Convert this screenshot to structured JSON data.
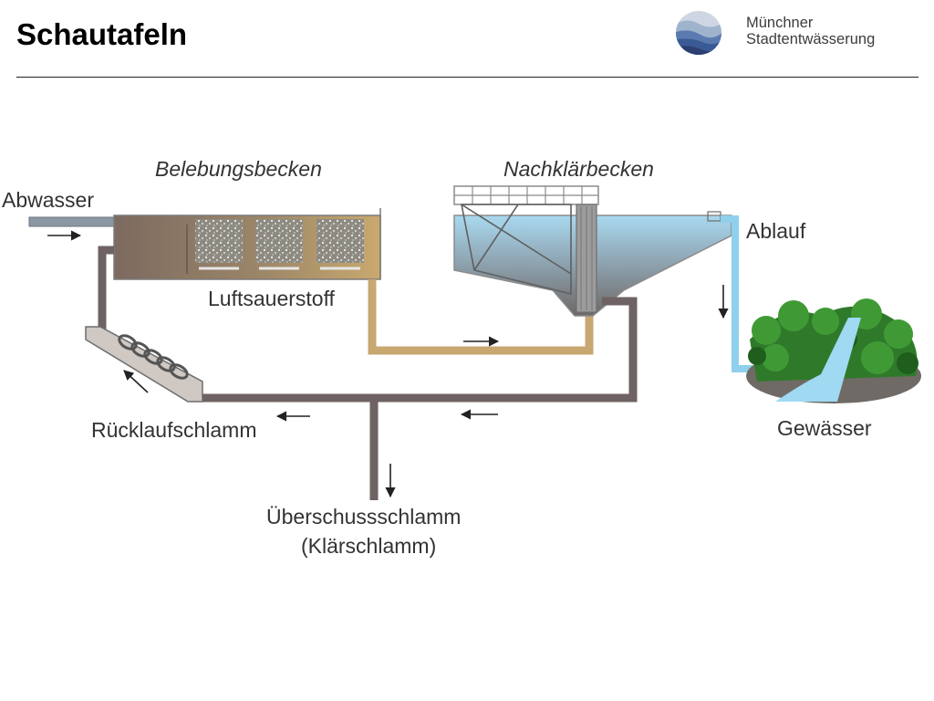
{
  "header": {
    "title": "Schautafeln",
    "org_line1": "Münchner",
    "org_line2": "Stadtentwässerung",
    "logo_icon": "water-waves-logo-icon"
  },
  "diagram": {
    "labels": {
      "aeration_tank": "Belebungsbecken",
      "clarifier": "Nachklärbecken",
      "inflow": "Abwasser",
      "outflow": "Ablauf",
      "air": "Luftsauerstoff",
      "return_sludge": "Rücklaufschlamm",
      "water_body": "Gewässer",
      "excess_sludge_1": "Überschussschlamm",
      "excess_sludge_2": "(Klärschlamm)"
    },
    "colors": {
      "wastewater": "#8a7060",
      "aerated_water": "#c8a771",
      "clean_water": "#8fd0ec",
      "sludge_pipe": "#6e6262",
      "tank_steel": "#b9b9b9",
      "foliage": "#2f7a2a"
    }
  }
}
